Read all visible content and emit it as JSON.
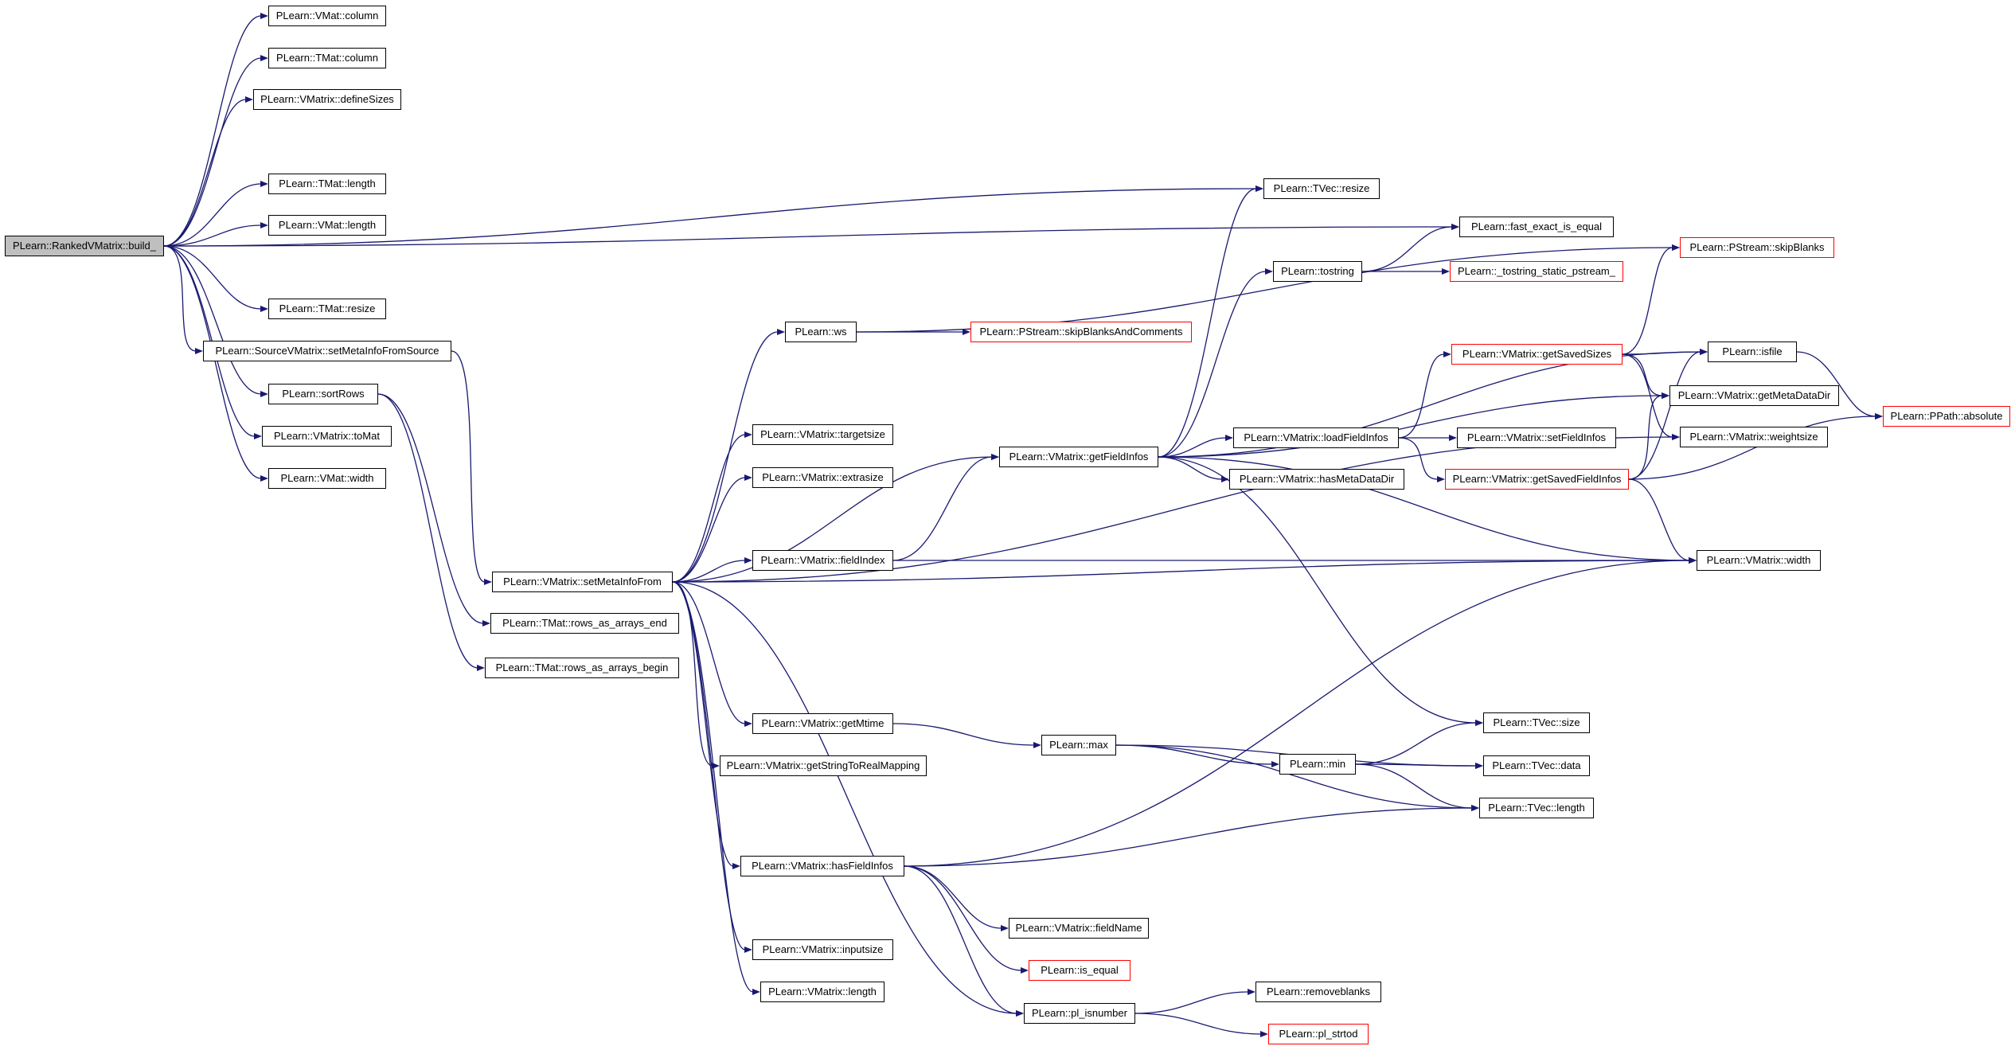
{
  "colors": {
    "edge": "#191970",
    "node_border": "#000000",
    "node_border_highlight": "#ff0000",
    "root_fill": "#bfbfbf",
    "node_fill": "#ffffff"
  },
  "nodes": {
    "build": {
      "label": "PLearn::RankedVMatrix::build_",
      "border": "black",
      "fill": "gray"
    },
    "vmat_column": {
      "label": "PLearn::VMat::column",
      "border": "black"
    },
    "tmat_column": {
      "label": "PLearn::TMat::column",
      "border": "black"
    },
    "definesizes": {
      "label": "PLearn::VMatrix::defineSizes",
      "border": "black"
    },
    "tmat_length": {
      "label": "PLearn::TMat::length",
      "border": "black"
    },
    "vmat_length": {
      "label": "PLearn::VMat::length",
      "border": "black"
    },
    "tmat_resize": {
      "label": "PLearn::TMat::resize",
      "border": "black"
    },
    "setmetainfofromsource": {
      "label": "PLearn::SourceVMatrix::setMetaInfoFromSource",
      "border": "black"
    },
    "sortrows": {
      "label": "PLearn::sortRows",
      "border": "black"
    },
    "tomat": {
      "label": "PLearn::VMatrix::toMat",
      "border": "black"
    },
    "vmat_width": {
      "label": "PLearn::VMat::width",
      "border": "black"
    },
    "setmetainfofrom": {
      "label": "PLearn::VMatrix::setMetaInfoFrom",
      "border": "black"
    },
    "rows_end": {
      "label": "PLearn::TMat::rows_as_arrays_end",
      "border": "black"
    },
    "rows_begin": {
      "label": "PLearn::TMat::rows_as_arrays_begin",
      "border": "black"
    },
    "ws": {
      "label": "PLearn::ws",
      "border": "black"
    },
    "targetsize": {
      "label": "PLearn::VMatrix::targetsize",
      "border": "black"
    },
    "extrasize": {
      "label": "PLearn::VMatrix::extrasize",
      "border": "black"
    },
    "fieldindex": {
      "label": "PLearn::VMatrix::fieldIndex",
      "border": "black"
    },
    "getmtime": {
      "label": "PLearn::VMatrix::getMtime",
      "border": "black"
    },
    "getstringtoreal": {
      "label": "PLearn::VMatrix::getStringToRealMapping",
      "border": "black"
    },
    "hasfieldinfos": {
      "label": "PLearn::VMatrix::hasFieldInfos",
      "border": "black"
    },
    "inputsize": {
      "label": "PLearn::VMatrix::inputsize",
      "border": "black"
    },
    "vmatrix_length": {
      "label": "PLearn::VMatrix::length",
      "border": "black"
    },
    "skipblanksandcomments": {
      "label": "PLearn::PStream::skipBlanksAndComments",
      "border": "red"
    },
    "getfieldinfos": {
      "label": "PLearn::VMatrix::getFieldInfos",
      "border": "black"
    },
    "max": {
      "label": "PLearn::max",
      "border": "black"
    },
    "fieldname": {
      "label": "PLearn::VMatrix::fieldName",
      "border": "black"
    },
    "is_equal": {
      "label": "PLearn::is_equal",
      "border": "red"
    },
    "pl_isnumber": {
      "label": "PLearn::pl_isnumber",
      "border": "black"
    },
    "tvec_resize": {
      "label": "PLearn::TVec::resize",
      "border": "black"
    },
    "tostring": {
      "label": "PLearn::tostring",
      "border": "black"
    },
    "loadfieldinfos": {
      "label": "PLearn::VMatrix::loadFieldInfos",
      "border": "black"
    },
    "hasmetadatadir": {
      "label": "PLearn::VMatrix::hasMetaDataDir",
      "border": "black"
    },
    "min": {
      "label": "PLearn::min",
      "border": "black"
    },
    "removeblanks": {
      "label": "PLearn::removeblanks",
      "border": "black"
    },
    "pl_strtod": {
      "label": "PLearn::pl_strtod",
      "border": "red"
    },
    "fast_exact": {
      "label": "PLearn::fast_exact_is_equal",
      "border": "black"
    },
    "tostring_static": {
      "label": "PLearn::_tostring_static_pstream_",
      "border": "red"
    },
    "getsavedsizes": {
      "label": "PLearn::VMatrix::getSavedSizes",
      "border": "red"
    },
    "setfieldinfos": {
      "label": "PLearn::VMatrix::setFieldInfos",
      "border": "black"
    },
    "getsavedfieldinfos": {
      "label": "PLearn::VMatrix::getSavedFieldInfos",
      "border": "red"
    },
    "tvec_size": {
      "label": "PLearn::TVec::size",
      "border": "black"
    },
    "tvec_data": {
      "label": "PLearn::TVec::data",
      "border": "black"
    },
    "tvec_length": {
      "label": "PLearn::TVec::length",
      "border": "black"
    },
    "skipblanks": {
      "label": "PLearn::PStream::skipBlanks",
      "border": "red"
    },
    "isfile": {
      "label": "PLearn::isfile",
      "border": "black"
    },
    "getmetadatadir": {
      "label": "PLearn::VMatrix::getMetaDataDir",
      "border": "black"
    },
    "weightsize": {
      "label": "PLearn::VMatrix::weightsize",
      "border": "black"
    },
    "vmatrix_width": {
      "label": "PLearn::VMatrix::width",
      "border": "black"
    },
    "ppath_absolute": {
      "label": "PLearn::PPath::absolute",
      "border": "red"
    }
  },
  "edges": [
    [
      "build",
      "vmat_column"
    ],
    [
      "build",
      "tmat_column"
    ],
    [
      "build",
      "definesizes"
    ],
    [
      "build",
      "fast_exact"
    ],
    [
      "build",
      "tmat_length"
    ],
    [
      "build",
      "vmat_length"
    ],
    [
      "build",
      "tvec_resize"
    ],
    [
      "build",
      "tmat_resize"
    ],
    [
      "build",
      "setmetainfofromsource"
    ],
    [
      "build",
      "sortrows"
    ],
    [
      "build",
      "tomat"
    ],
    [
      "build",
      "vmat_width"
    ],
    [
      "setmetainfofromsource",
      "setmetainfofrom"
    ],
    [
      "sortrows",
      "rows_end"
    ],
    [
      "sortrows",
      "rows_begin"
    ],
    [
      "setmetainfofrom",
      "ws"
    ],
    [
      "setmetainfofrom",
      "targetsize"
    ],
    [
      "setmetainfofrom",
      "extrasize"
    ],
    [
      "setmetainfofrom",
      "getfieldinfos"
    ],
    [
      "setmetainfofrom",
      "fieldindex"
    ],
    [
      "setmetainfofrom",
      "weightsize"
    ],
    [
      "setmetainfofrom",
      "vmatrix_width"
    ],
    [
      "setmetainfofrom",
      "getmtime"
    ],
    [
      "setmetainfofrom",
      "getstringtoreal"
    ],
    [
      "setmetainfofrom",
      "hasfieldinfos"
    ],
    [
      "setmetainfofrom",
      "inputsize"
    ],
    [
      "setmetainfofrom",
      "vmatrix_length"
    ],
    [
      "setmetainfofrom",
      "pl_isnumber"
    ],
    [
      "ws",
      "skipblanksandcomments"
    ],
    [
      "ws",
      "skipblanks"
    ],
    [
      "fieldindex",
      "getfieldinfos"
    ],
    [
      "fieldindex",
      "vmatrix_width"
    ],
    [
      "getmtime",
      "max"
    ],
    [
      "hasfieldinfos",
      "tvec_length"
    ],
    [
      "hasfieldinfos",
      "vmatrix_width"
    ],
    [
      "hasfieldinfos",
      "fieldname"
    ],
    [
      "hasfieldinfos",
      "is_equal"
    ],
    [
      "hasfieldinfos",
      "pl_isnumber"
    ],
    [
      "getfieldinfos",
      "tvec_resize"
    ],
    [
      "getfieldinfos",
      "tostring"
    ],
    [
      "getfieldinfos",
      "isfile"
    ],
    [
      "getfieldinfos",
      "getmetadatadir"
    ],
    [
      "getfieldinfos",
      "loadfieldinfos"
    ],
    [
      "getfieldinfos",
      "hasmetadatadir"
    ],
    [
      "getfieldinfos",
      "vmatrix_width"
    ],
    [
      "getfieldinfos",
      "tvec_size"
    ],
    [
      "tostring",
      "fast_exact"
    ],
    [
      "tostring",
      "tostring_static"
    ],
    [
      "loadfieldinfos",
      "getsavedsizes"
    ],
    [
      "loadfieldinfos",
      "setfieldinfos"
    ],
    [
      "loadfieldinfos",
      "getsavedfieldinfos"
    ],
    [
      "getsavedsizes",
      "skipblanks"
    ],
    [
      "getsavedsizes",
      "isfile"
    ],
    [
      "getsavedsizes",
      "getmetadatadir"
    ],
    [
      "getsavedsizes",
      "weightsize"
    ],
    [
      "getsavedfieldinfos",
      "isfile"
    ],
    [
      "getsavedfieldinfos",
      "getmetadatadir"
    ],
    [
      "getsavedfieldinfos",
      "ppath_absolute"
    ],
    [
      "getsavedfieldinfos",
      "vmatrix_width"
    ],
    [
      "isfile",
      "ppath_absolute"
    ],
    [
      "max",
      "tvec_data"
    ],
    [
      "max",
      "min"
    ],
    [
      "max",
      "tvec_length"
    ],
    [
      "min",
      "tvec_size"
    ],
    [
      "min",
      "tvec_data"
    ],
    [
      "min",
      "tvec_length"
    ],
    [
      "pl_isnumber",
      "removeblanks"
    ],
    [
      "pl_isnumber",
      "pl_strtod"
    ]
  ]
}
